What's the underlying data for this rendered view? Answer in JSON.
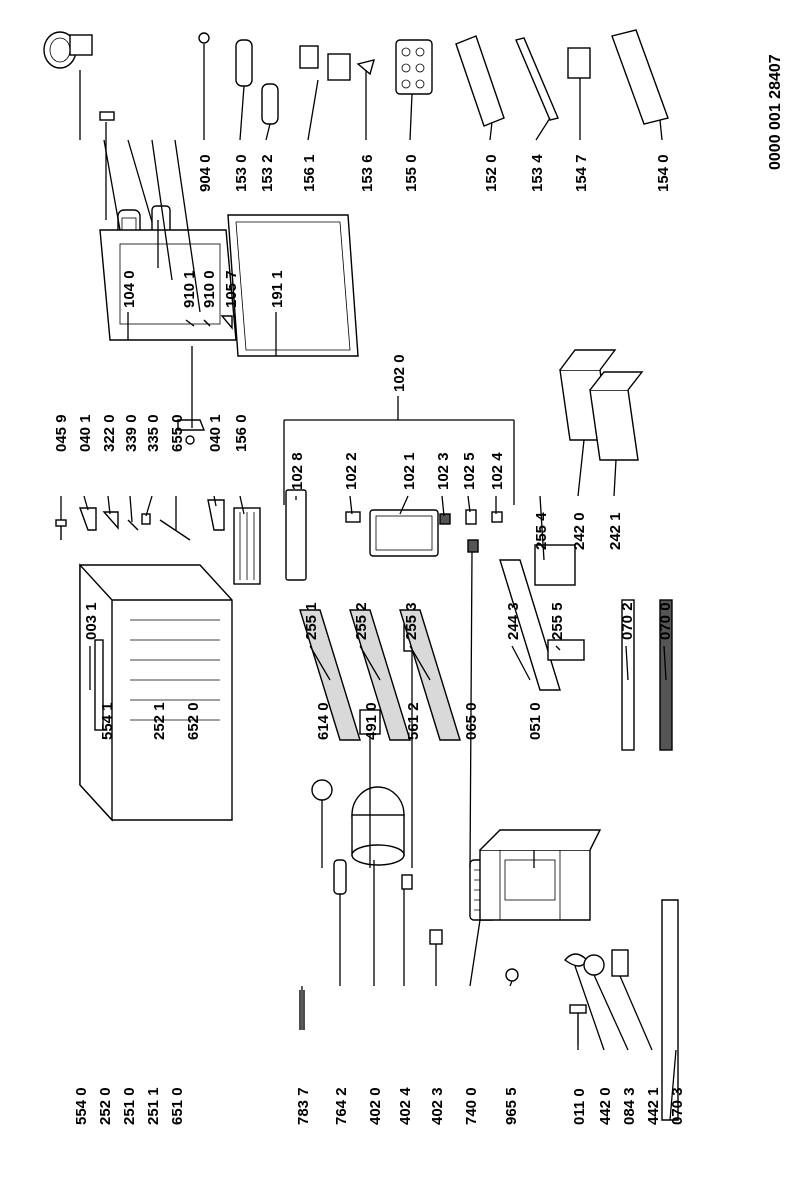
{
  "document_number": "0000 001 28407",
  "labels": {
    "l5540": "554 0",
    "l2520": "252 0",
    "l2510": "251 0",
    "l2511": "251 1",
    "l6510": "651 0",
    "l5541": "554 1",
    "l2521": "252 1",
    "l6520": "652 0",
    "l7837": "783 7",
    "l7642": "764 2",
    "l4020": "402 0",
    "l4024": "402 4",
    "l4023": "402 3",
    "l7400": "740 0",
    "l9655": "965 5",
    "l0110": "011 0",
    "l4420": "442 0",
    "l0843": "084 3",
    "l4421": "442 1",
    "l0703": "070 3",
    "l6140": "614 0",
    "l4910": "491 0",
    "l5612": "561 2",
    "l0650": "065 0",
    "l0510": "051 0",
    "l0031": "003 1",
    "l2551": "255 1",
    "l2552": "255 2",
    "l2553": "255 3",
    "l2443": "244 3",
    "l2555": "255 5",
    "l0702": "070 2",
    "l0700": "070 0",
    "l0459": "045 9",
    "l0401a": "040 1",
    "l3220": "322 0",
    "l3390": "339 0",
    "l3350": "335 0",
    "l6550": "655 0",
    "l0401b": "040 1",
    "l1560": "156 0",
    "l1028": "102 8",
    "l1022": "102 2",
    "l1021": "102 1",
    "l1023": "102 3",
    "l1025": "102 5",
    "l1024": "102 4",
    "l1020": "102 0",
    "l2554": "255 4",
    "l2420": "242 0",
    "l2421": "242 1",
    "l1040": "104 0",
    "l9101": "910 1",
    "l9100": "910 0",
    "l1057": "105 7",
    "l1911": "191 1",
    "l9040": "904 0",
    "l1530": "153 0",
    "l1532": "153 2",
    "l1561": "156 1",
    "l1536": "153 6",
    "l1550": "155 0",
    "l1520": "152 0",
    "l1534": "153 4",
    "l1547": "154 7",
    "l1540": "154 0"
  }
}
